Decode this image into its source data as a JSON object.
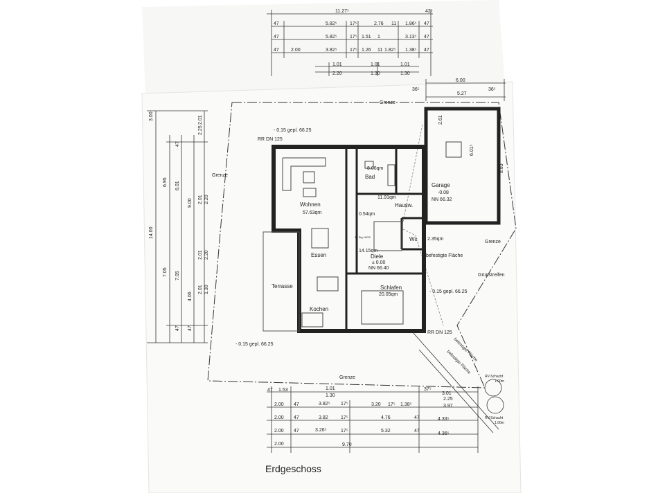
{
  "title": "Erdgeschoss",
  "rooms": {
    "wohnen": "Wohnen",
    "wohnen_area": "57.63qm",
    "essen": "Essen",
    "kochen": "Kochen",
    "terrasse": "Terrasse",
    "bad": "Bad",
    "bad_area": "8.06qm",
    "hausw": "Hausw.",
    "hausw_area": "11.91qm",
    "garage": "Garage",
    "garage_level": "-0.08",
    "garage_nn": "NN 66.32",
    "diele": "Diele",
    "diele_area": "14.15qm",
    "diele_level": "± 0.00",
    "diele_nn": "NN 66.40",
    "schlafen": "Schlafen",
    "schlafen_area": "20.05qm",
    "wc": "Wc",
    "wc_area": "2.35qm",
    "small_area": "0.54qm"
  },
  "annotations": {
    "grenze": "Grenze",
    "rr_top": "RR DN 125",
    "rr_bottom": "RR DN 125",
    "level_top": "- 0.15 gepl. 66.25",
    "level_right": "- 0.15 gepl. 66.25",
    "level_bottom": "- 0.15 gepl. 66.25",
    "befestigte_flaeche": "befestigte Fläche",
    "gruenstreifen": "Grünstreifen",
    "rv_schacht": "RV-Schacht",
    "schacht_size": "1.00m",
    "stair": "15 Stg 18/25"
  },
  "dims_top": {
    "row0": [
      "11.27⁵",
      "42⁵"
    ],
    "row1": [
      "47",
      "5.82⁵",
      "17⁵",
      "2.76",
      "11",
      "1.86⁵",
      "47"
    ],
    "row2": [
      "47",
      "5.82⁵",
      "17⁵",
      "1.51",
      "1",
      "3.13⁵",
      "47"
    ],
    "row3": [
      "47",
      "2.00",
      "3.82⁵",
      "17⁵",
      "1.26",
      "11",
      "1.82⁵",
      "1.38⁵",
      "47"
    ],
    "row4": [
      "1.01",
      "1.01",
      "1.01"
    ],
    "row5": [
      "2.20",
      "1.30",
      "1.30"
    ]
  },
  "dims_garage": [
    "6.00",
    "36⁵",
    "5.27",
    "36⁵"
  ],
  "dims_left": [
    "3.00",
    "14.00",
    "6.95",
    "6.01",
    "9.00",
    "7.05",
    "7.05",
    "4.06",
    "2.01",
    "2.25",
    "2.01",
    "2.20",
    "2.01",
    "2.20",
    "2.01",
    "1.30",
    "47",
    "47",
    "47"
  ],
  "dims_bottom": {
    "row1": [
      "47",
      "1.53",
      "1.01",
      "37⁵",
      "3.01"
    ],
    "row2": [
      "1.30",
      "2.25"
    ],
    "row3": [
      "2.00",
      "47",
      "3.82⁵",
      "17⁵",
      "3.20",
      "17⁵",
      "1.38⁵",
      "3.97"
    ],
    "row4": [
      "2.00",
      "47",
      "3.82",
      "17⁵",
      "4.76",
      "47",
      "4.33⁵"
    ],
    "row5": [
      "2.00",
      "47",
      "3.26⁵",
      "17⁵",
      "5.32",
      "47",
      "4.36⁵"
    ],
    "row6": [
      "2.00",
      "9.70"
    ]
  },
  "dims_right": [
    "8.83",
    "6.01⁵",
    "2.61"
  ]
}
